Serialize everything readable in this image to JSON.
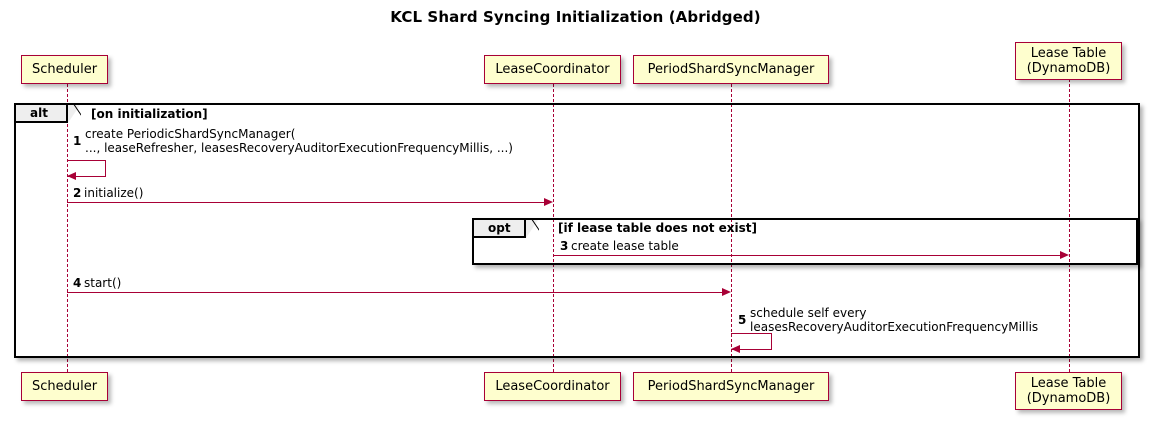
{
  "title": "KCL Shard Syncing Initialization (Abridged)",
  "colors": {
    "participant_fill": "#FEFECE",
    "participant_border": "#A80036",
    "arrow": "#A80036",
    "frame_border": "#000000",
    "frame_tab_fill": "#EEEEEE",
    "background": "#FFFFFF"
  },
  "participants": [
    {
      "id": "scheduler",
      "label": "Scheduler"
    },
    {
      "id": "lease-coordinator",
      "label": "LeaseCoordinator"
    },
    {
      "id": "period-shard-sync-manager",
      "label": "PeriodShardSyncManager"
    },
    {
      "id": "lease-table",
      "label": "Lease Table\n(DynamoDB)"
    }
  ],
  "fragments": [
    {
      "id": "alt",
      "type": "alt",
      "condition": "[on initialization]"
    },
    {
      "id": "opt",
      "type": "opt",
      "condition": "[if lease table does not exist]"
    }
  ],
  "messages": [
    {
      "num": "1",
      "from": "scheduler",
      "to": "scheduler",
      "kind": "self",
      "text": "create PeriodicShardSyncManager(\n    ..., leaseRefresher, leasesRecoveryAuditorExecutionFrequencyMillis, ...)"
    },
    {
      "num": "2",
      "from": "scheduler",
      "to": "lease-coordinator",
      "kind": "sync",
      "text": "initialize()"
    },
    {
      "num": "3",
      "from": "lease-coordinator",
      "to": "lease-table",
      "kind": "sync",
      "text": "create lease table"
    },
    {
      "num": "4",
      "from": "scheduler",
      "to": "period-shard-sync-manager",
      "kind": "sync",
      "text": "start()"
    },
    {
      "num": "5",
      "from": "period-shard-sync-manager",
      "to": "period-shard-sync-manager",
      "kind": "self",
      "text": "schedule self every\n   leasesRecoveryAuditorExecutionFrequencyMillis"
    }
  ]
}
